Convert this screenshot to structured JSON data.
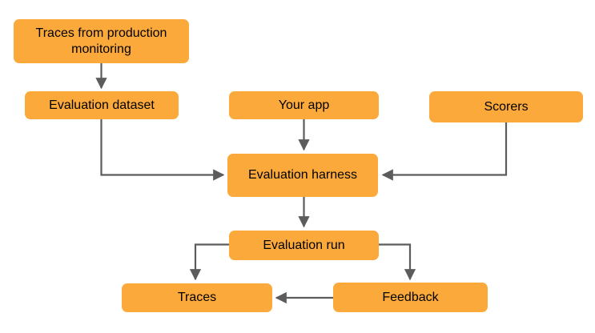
{
  "diagram": {
    "title": "Evaluation workflow flowchart",
    "background_color": "#ffffff",
    "node_fill_color": "#FBA93B",
    "node_text_color": "#000000",
    "edge_color": "#5c5c5c",
    "nodes": [
      {
        "id": "traces-production",
        "label": "Traces from production monitoring"
      },
      {
        "id": "evaluation-dataset",
        "label": "Evaluation dataset"
      },
      {
        "id": "your-app",
        "label": "Your app"
      },
      {
        "id": "scorers",
        "label": "Scorers"
      },
      {
        "id": "evaluation-harness",
        "label": "Evaluation harness"
      },
      {
        "id": "evaluation-run",
        "label": "Evaluation run"
      },
      {
        "id": "traces",
        "label": "Traces"
      },
      {
        "id": "feedback",
        "label": "Feedback"
      }
    ],
    "edges": [
      {
        "from": "traces-production",
        "to": "evaluation-dataset"
      },
      {
        "from": "evaluation-dataset",
        "to": "evaluation-harness"
      },
      {
        "from": "your-app",
        "to": "evaluation-harness"
      },
      {
        "from": "scorers",
        "to": "evaluation-harness"
      },
      {
        "from": "evaluation-harness",
        "to": "evaluation-run"
      },
      {
        "from": "evaluation-run",
        "to": "traces"
      },
      {
        "from": "evaluation-run",
        "to": "feedback"
      },
      {
        "from": "feedback",
        "to": "traces"
      }
    ]
  }
}
